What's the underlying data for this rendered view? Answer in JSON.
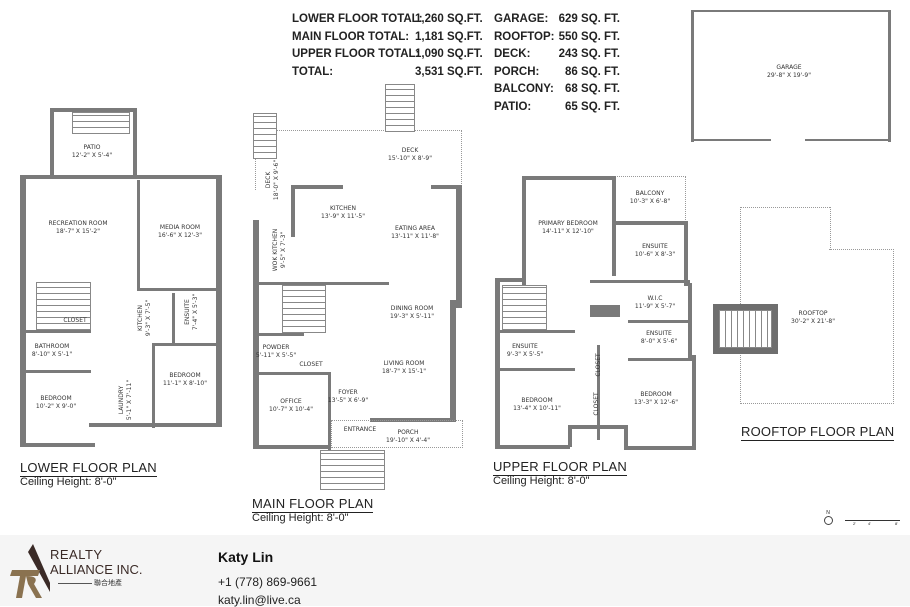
{
  "totals_left": [
    {
      "label": "LOWER FLOOR TOTAL:",
      "value": "1,260 SQ.FT."
    },
    {
      "label": "MAIN FLOOR TOTAL:",
      "value": "1,181 SQ.FT."
    },
    {
      "label": "UPPER FLOOR TOTAL:",
      "value": "1,090 SQ.FT."
    },
    {
      "label": "TOTAL:",
      "value": "3,531 SQ.FT."
    }
  ],
  "totals_right": [
    {
      "label": "GARAGE:",
      "value": "629 SQ. FT."
    },
    {
      "label": "ROOFTOP:",
      "value": "550 SQ. FT."
    },
    {
      "label": "DECK:",
      "value": "243 SQ. FT."
    },
    {
      "label": "PORCH:",
      "value": "86 SQ. FT."
    },
    {
      "label": "BALCONY:",
      "value": "68 SQ. FT."
    },
    {
      "label": "PATIO:",
      "value": "65 SQ. FT."
    }
  ],
  "lower": {
    "title": "LOWER FLOOR PLAN",
    "ceiling": "Ceiling Height: 8'-0\"",
    "rooms": [
      {
        "name": "PATIO",
        "dim": "12'-2\" X 5'-4\""
      },
      {
        "name": "RECREATION ROOM",
        "dim": "18'-7\" X 15'-2\""
      },
      {
        "name": "MEDIA ROOM",
        "dim": "16'-6\" X 12'-3\""
      },
      {
        "name": "CLOSET",
        "dim": ""
      },
      {
        "name": "KITCHEN",
        "dim": "9'-3\" X 7'-5\""
      },
      {
        "name": "ENSUITE",
        "dim": "7'-4\" X 5'-3\""
      },
      {
        "name": "BATHROOM",
        "dim": "8'-10\" X 5'-1\""
      },
      {
        "name": "BEDROOM",
        "dim": "11'-1\" X 8'-10\""
      },
      {
        "name": "LAUNDRY",
        "dim": "5'-1\" X 7'-11\""
      },
      {
        "name": "BEDROOM",
        "dim": "10'-2\" X 9'-0\""
      }
    ]
  },
  "main": {
    "title": "MAIN FLOOR PLAN",
    "ceiling": "Ceiling Height: 8'-0\"",
    "rooms": [
      {
        "name": "DECK",
        "dim": "15'-10\" X 8'-9\""
      },
      {
        "name": "DECK",
        "dim": "18'-0\" X 9'-6\""
      },
      {
        "name": "KITCHEN",
        "dim": "13'-9\" X 11'-5\""
      },
      {
        "name": "EATING AREA",
        "dim": "13'-11\" X 11'-8\""
      },
      {
        "name": "WOK KITCHEN",
        "dim": "9'-5\" X 7'-3\""
      },
      {
        "name": "DINING ROOM",
        "dim": "19'-3\" X 5'-11\""
      },
      {
        "name": "POWDER",
        "dim": "5'-11\" X 5'-5\""
      },
      {
        "name": "CLOSET",
        "dim": ""
      },
      {
        "name": "LIVING ROOM",
        "dim": "18'-7\" X 15'-1\""
      },
      {
        "name": "FOYER",
        "dim": "13'-5\" X 6'-9\""
      },
      {
        "name": "OFFICE",
        "dim": "10'-7\" X 10'-4\""
      },
      {
        "name": "ENTRANCE",
        "dim": ""
      },
      {
        "name": "PORCH",
        "dim": "19'-10\" X 4'-4\""
      }
    ]
  },
  "upper": {
    "title": "UPPER FLOOR PLAN",
    "ceiling": "Ceiling Height: 8'-0\"",
    "rooms": [
      {
        "name": "BALCONY",
        "dim": "10'-3\" X 6'-8\""
      },
      {
        "name": "PRIMARY BEDROOM",
        "dim": "14'-11\" X 12'-10\""
      },
      {
        "name": "ENSUITE",
        "dim": "10'-6\" X 8'-3\""
      },
      {
        "name": "W.I.C",
        "dim": "11'-9\" X 5'-7\""
      },
      {
        "name": "ENSUITE",
        "dim": "8'-0\" X 5'-6\""
      },
      {
        "name": "ENSUITE",
        "dim": "9'-3\" X 5'-5\""
      },
      {
        "name": "CLOSET",
        "dim": ""
      },
      {
        "name": "CLOSET",
        "dim": ""
      },
      {
        "name": "BEDROOM",
        "dim": "13'-4\" X 10'-11\""
      },
      {
        "name": "BEDROOM",
        "dim": "13'-3\" X 12'-6\""
      }
    ]
  },
  "garage": {
    "name": "GARAGE",
    "dim": "29'-8\" X 19'-9\""
  },
  "rooftop": {
    "title": "ROOFTOP FLOOR PLAN",
    "name": "ROOFTOP",
    "dim": "30'-2\" X 21'-8\""
  },
  "compass": {
    "north": "N",
    "scale": [
      "2'",
      "4'",
      "8'"
    ]
  },
  "footer": {
    "logo_line1": "REALTY",
    "logo_line2": "ALLIANCE INC.",
    "logo_cn": "聯合地產",
    "agent_name": "Katy Lin",
    "phone": "+1 (778) 869-9661",
    "email": "katy.lin@live.ca"
  },
  "colors": {
    "wall": "#7a7a7a",
    "footer_bg": "#f5f5f5",
    "logo_dark": "#3a2a26",
    "logo_gold": "#8a7250"
  }
}
